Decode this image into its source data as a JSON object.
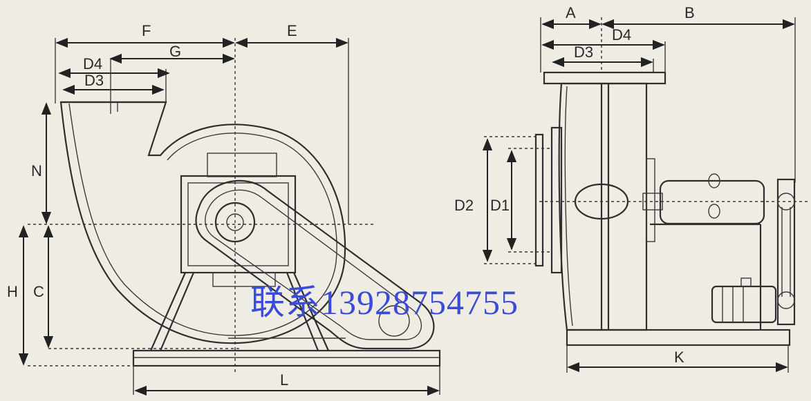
{
  "heading": "",
  "left_view": {
    "labels": {
      "F": "F",
      "E": "E",
      "G": "G",
      "D4": "D4",
      "D3": "D3",
      "N": "N",
      "H": "H",
      "C": "C",
      "L": "L"
    }
  },
  "right_view": {
    "labels": {
      "A": "A",
      "B": "B",
      "D4": "D4",
      "D3": "D3",
      "D2": "D2",
      "D1": "D1",
      "K": "K"
    }
  },
  "watermark": {
    "text": "联系13928754755",
    "color": "#3a4bd8"
  },
  "colors": {
    "background": "#efece4",
    "line": "#2e2e2e"
  }
}
